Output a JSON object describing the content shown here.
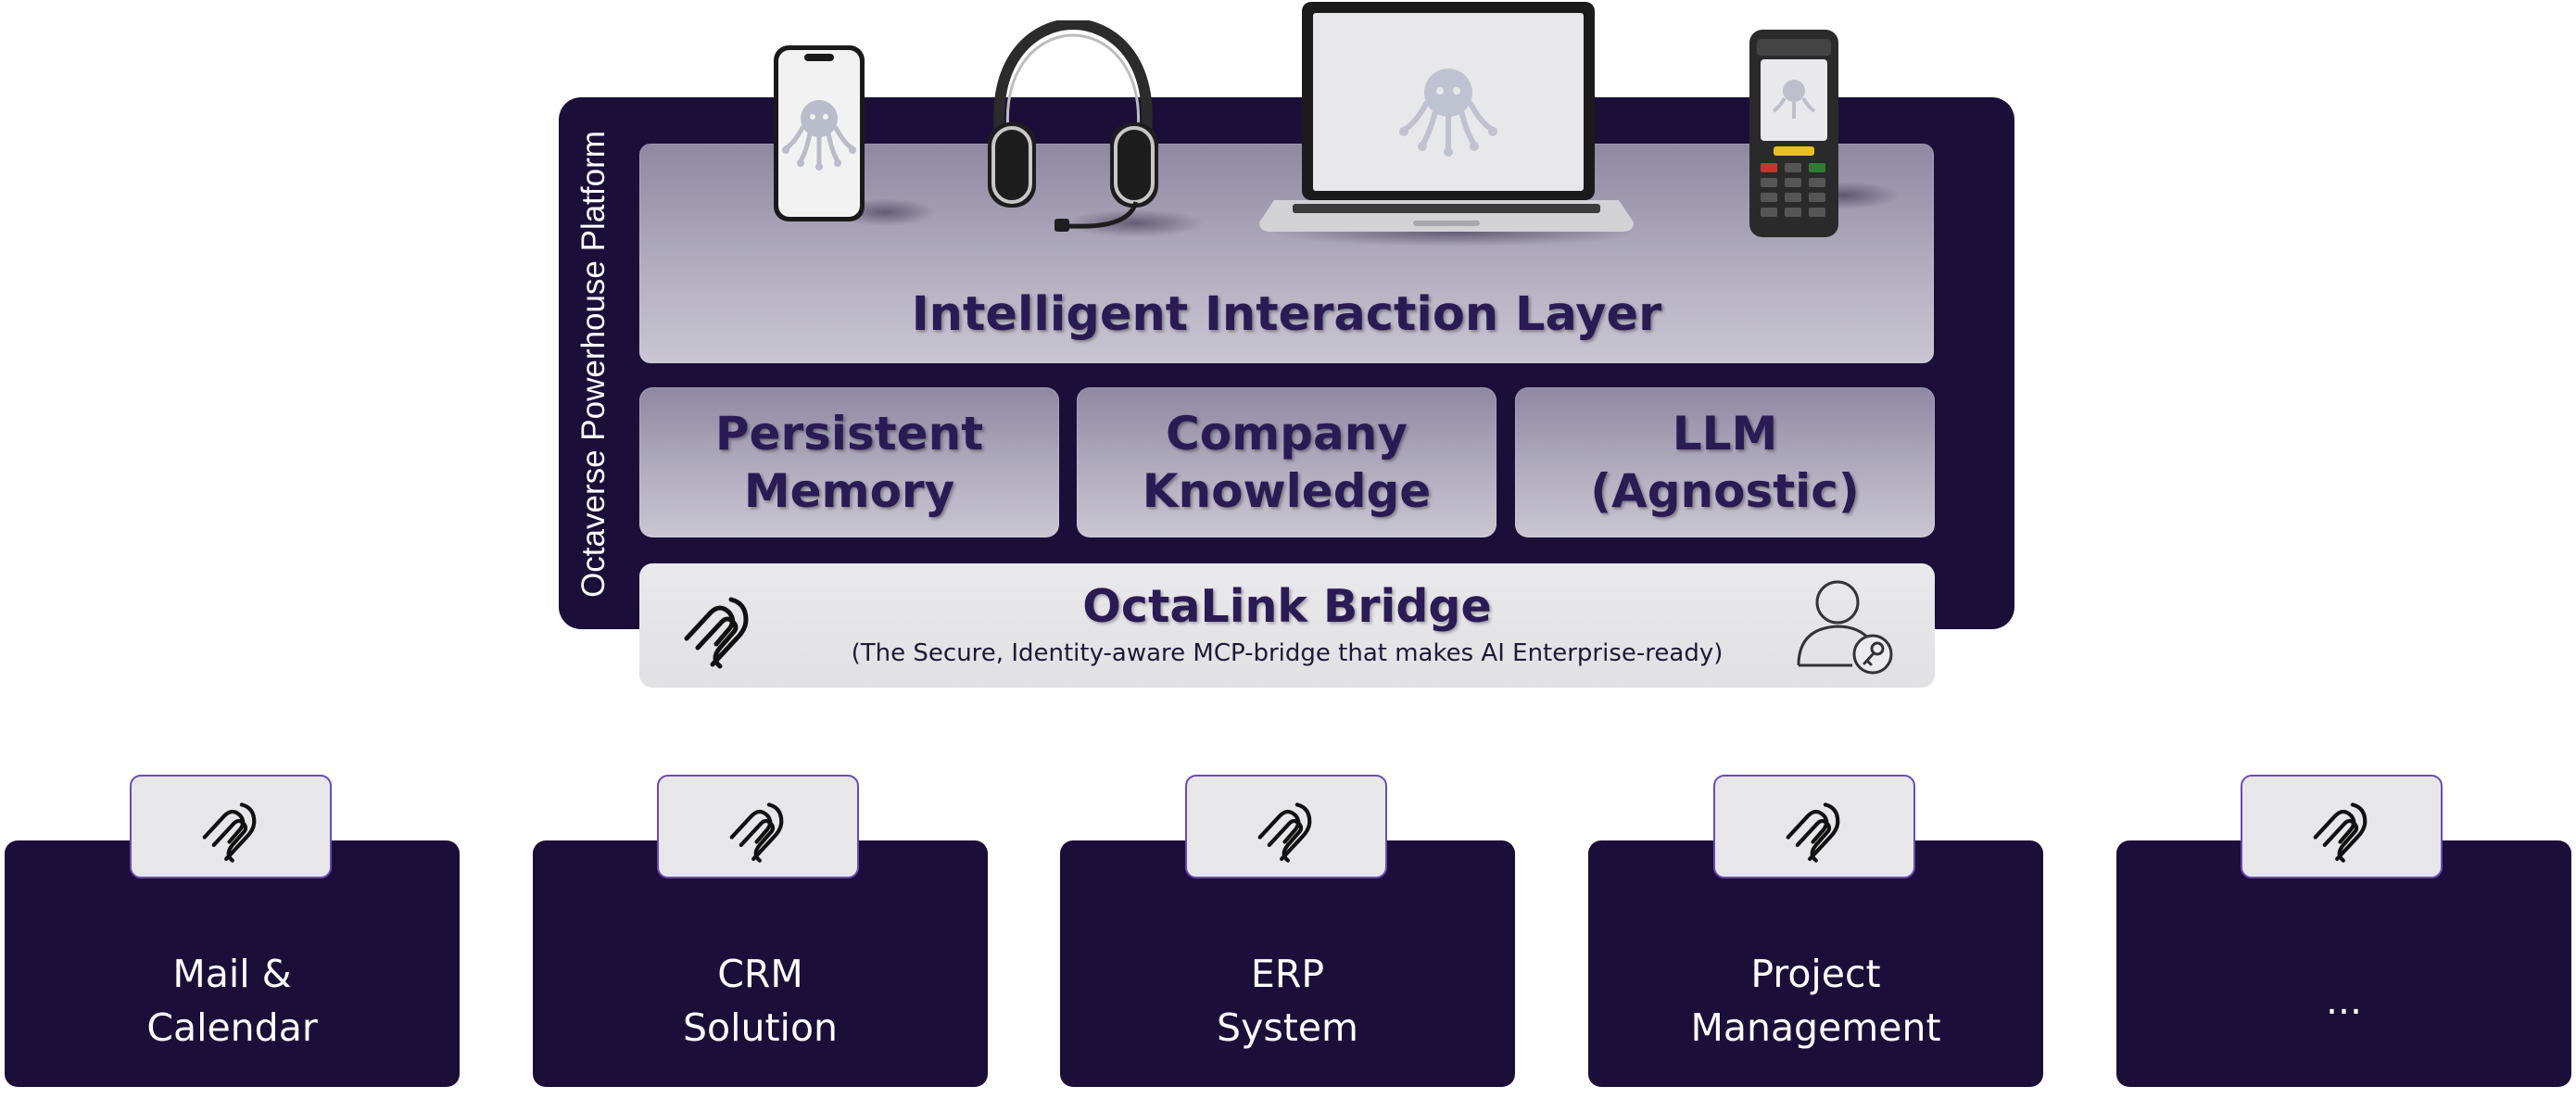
{
  "platform": {
    "label": "Octaverse Powerhouse Platform",
    "colors": {
      "frame": "#1b0f3a",
      "panel_text": "#2a1b55",
      "bridge_bg": "#e6e6e9"
    }
  },
  "interaction_layer": {
    "title": "Intelligent Interaction Layer",
    "devices": [
      "phone",
      "headset",
      "laptop",
      "handheld-scanner"
    ]
  },
  "core_components": [
    {
      "line1": "Persistent",
      "line2": "Memory"
    },
    {
      "line1": "Company",
      "line2": "Knowledge"
    },
    {
      "line1": "LLM",
      "line2": "(Agnostic)"
    }
  ],
  "bridge": {
    "title": "OctaLink Bridge",
    "subtitle": "(The Secure, Identity-aware MCP-bridge that makes AI Enterprise-ready)",
    "icons": [
      "octalink-logo-icon",
      "identity-key-icon"
    ]
  },
  "systems": [
    {
      "line1": "Mail &",
      "line2": "Calendar"
    },
    {
      "line1": "CRM",
      "line2": "Solution"
    },
    {
      "line1": "ERP",
      "line2": "System"
    },
    {
      "line1": "Project",
      "line2": "Management"
    },
    {
      "line1": "...",
      "line2": ""
    }
  ]
}
